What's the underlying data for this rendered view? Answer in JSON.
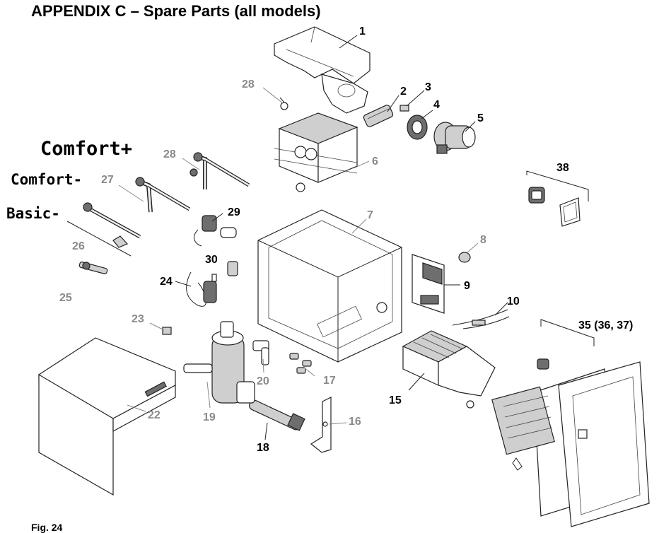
{
  "title": "APPENDIX C – Spare Parts (all models)",
  "figure_label": "Fig. 24",
  "variant_labels": {
    "comfort_plus": "Comfort+",
    "comfort_minus": "Comfort-",
    "basic_minus": "Basic-"
  },
  "callouts": {
    "c1": "1",
    "c2": "2",
    "c3": "3",
    "c4": "4",
    "c5": "5",
    "c6": "6",
    "c7": "7",
    "c8": "8",
    "c9": "9",
    "c10": "10",
    "c15": "15",
    "c16": "16",
    "c17": "17",
    "c18": "18",
    "c19": "19",
    "c20": "20",
    "c22": "22",
    "c23": "23",
    "c24": "24",
    "c25": "25",
    "c26": "26",
    "c27": "27",
    "c28a": "28",
    "c28b": "28",
    "c29": "29",
    "c30": "30",
    "c35": "35 (36, 37)",
    "c38": "38"
  }
}
